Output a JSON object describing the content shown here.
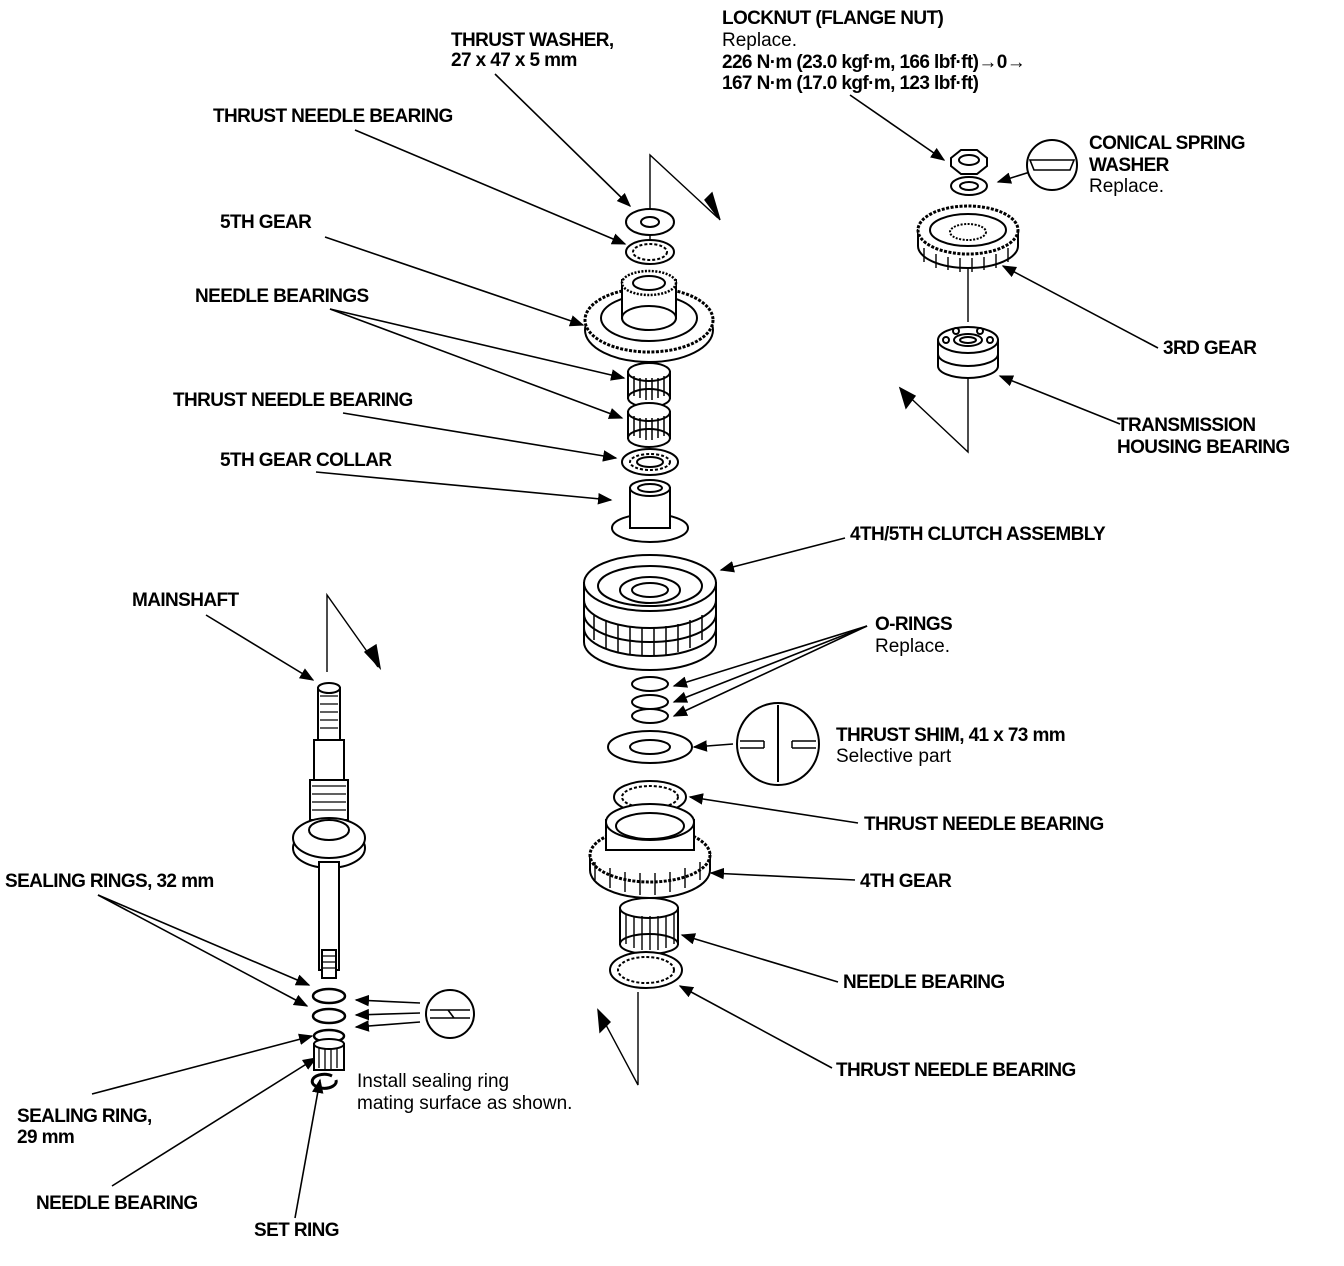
{
  "colors": {
    "ink": "#000000",
    "paper": "#ffffff"
  },
  "labels": {
    "thrust_washer": {
      "title": "THRUST WASHER,",
      "size": "27 x 47 x 5 mm"
    },
    "locknut": {
      "title": "LOCKNUT (FLANGE NUT)",
      "note": "Replace.",
      "torque_1": "226 N·m (23.0 kgf·m, 166 lbf·ft)→0→",
      "torque_2": "167 N·m (17.0 kgf·m, 123 lbf·ft)"
    },
    "thrust_needle_bearing_top": "THRUST NEEDLE BEARING",
    "conical_spring_washer": {
      "line1": "CONICAL SPRING",
      "line2": "WASHER",
      "note": "Replace."
    },
    "fifth_gear": "5TH GEAR",
    "needle_bearings": "NEEDLE BEARINGS",
    "third_gear": "3RD GEAR",
    "thrust_needle_bearing_mid": "THRUST NEEDLE BEARING",
    "transmission_housing_bearing": {
      "line1": "TRANSMISSION",
      "line2": "HOUSING BEARING"
    },
    "fifth_gear_collar": "5TH GEAR COLLAR",
    "clutch_assembly": "4TH/5TH CLUTCH ASSEMBLY",
    "mainshaft": "MAINSHAFT",
    "o_rings": {
      "title": "O-RINGS",
      "note": "Replace."
    },
    "thrust_shim": {
      "title": "THRUST SHIM, 41 x 73 mm",
      "note": "Selective part"
    },
    "thrust_needle_bearing_lower": "THRUST NEEDLE BEARING",
    "fourth_gear": "4TH GEAR",
    "sealing_rings_32": "SEALING RINGS, 32 mm",
    "needle_bearing_right": "NEEDLE BEARING",
    "install_note": {
      "line1": "Install sealing ring",
      "line2": "mating surface as shown."
    },
    "sealing_ring_29": {
      "line1": "SEALING RING,",
      "line2": "29 mm"
    },
    "thrust_needle_bearing_bottom": "THRUST NEEDLE BEARING",
    "needle_bearing_left": "NEEDLE BEARING",
    "set_ring": "SET RING"
  }
}
